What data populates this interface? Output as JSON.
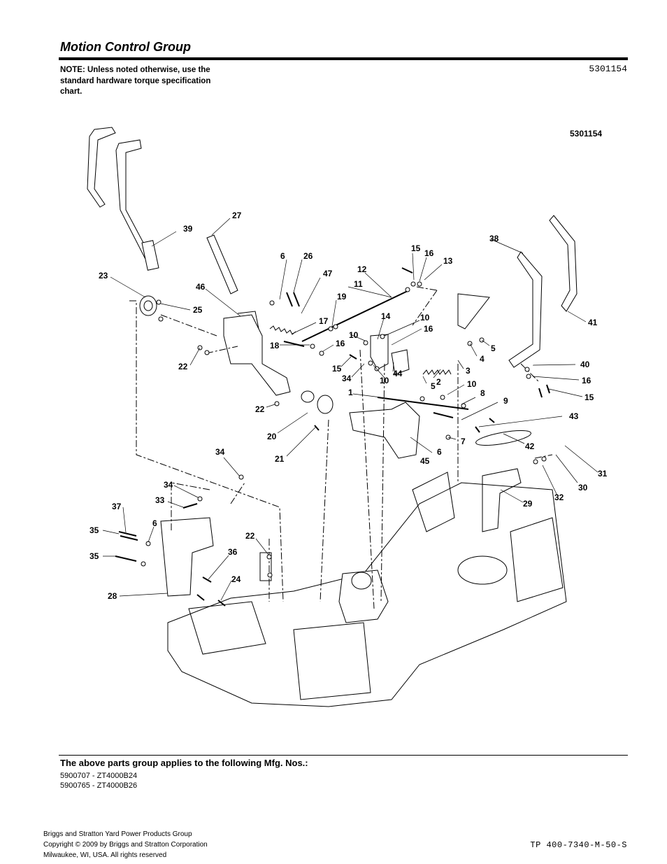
{
  "header": {
    "title": "Motion Control Group",
    "note": "NOTE: Unless noted otherwise, use the standard hardware torque specification chart.",
    "drawing_number": "5301154"
  },
  "diagram": {
    "drawing_number": "5301154",
    "callouts": [
      "1",
      "2",
      "3",
      "4",
      "5",
      "5",
      "6",
      "6",
      "6",
      "7",
      "8",
      "9",
      "10",
      "10",
      "10",
      "11",
      "12",
      "13",
      "14",
      "15",
      "15",
      "15",
      "16",
      "16",
      "16",
      "16",
      "17",
      "18",
      "19",
      "20",
      "21",
      "22",
      "22",
      "22",
      "22",
      "23",
      "24",
      "25",
      "26",
      "27",
      "28",
      "29",
      "30",
      "31",
      "32",
      "33",
      "34",
      "34",
      "34",
      "35",
      "35",
      "36",
      "37",
      "38",
      "39",
      "40",
      "41",
      "42",
      "43",
      "44",
      "45",
      "46",
      "47"
    ]
  },
  "applies": {
    "title": "The above parts group applies to the following Mfg. Nos.:",
    "items": [
      "5900707 - ZT4000B24",
      "5900765 - ZT4000B26"
    ]
  },
  "footer": {
    "company": "Briggs and Stratton Yard Power Products Group",
    "copyright": "Copyright ©  2009 by Briggs and Stratton Corporation",
    "location": "Milwaukee, WI, USA. All rights reserved",
    "doc_code": "TP 400-7340-M-50-S"
  }
}
